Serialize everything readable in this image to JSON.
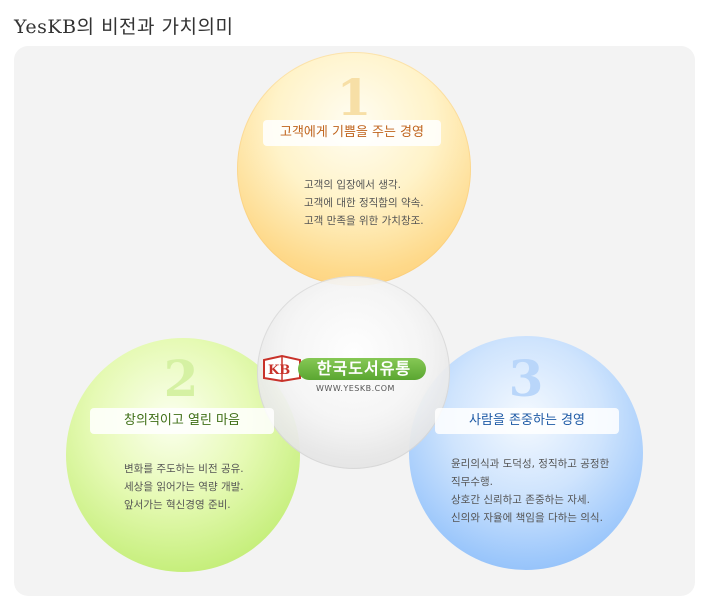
{
  "page": {
    "title": "YesKB의 비전과 가치의미"
  },
  "values": [
    {
      "number": "1",
      "title": "고객에게 기쁨을 주는 경영",
      "lines": [
        "고객의 입장에서 생각.",
        "고객에 대한 정직함의 약속.",
        "고객 만족을 위한 가치창조."
      ]
    },
    {
      "number": "2",
      "title": "창의적이고 열린 마음",
      "lines": [
        "변화를 주도하는 비전 공유.",
        "세상을 읽어가는 역량 개발.",
        "앞서가는 혁신경영 준비."
      ]
    },
    {
      "number": "3",
      "title": "사람을 존중하는 경영",
      "lines": [
        "윤리의식과 도덕성, 정직하고 공정한",
        "직무수행.",
        "상호간 신뢰하고 존중하는 자세.",
        "신의와 자율에 책임을 다하는 의식."
      ]
    }
  ],
  "logo": {
    "badge": "KB",
    "name": "한국도서유통",
    "url": "WWW.YESKB.COM"
  },
  "colors": {
    "orange": "#fcc871",
    "green": "#b4e65e",
    "blue": "#7fb3f6",
    "logo_green": "#5aa631"
  }
}
